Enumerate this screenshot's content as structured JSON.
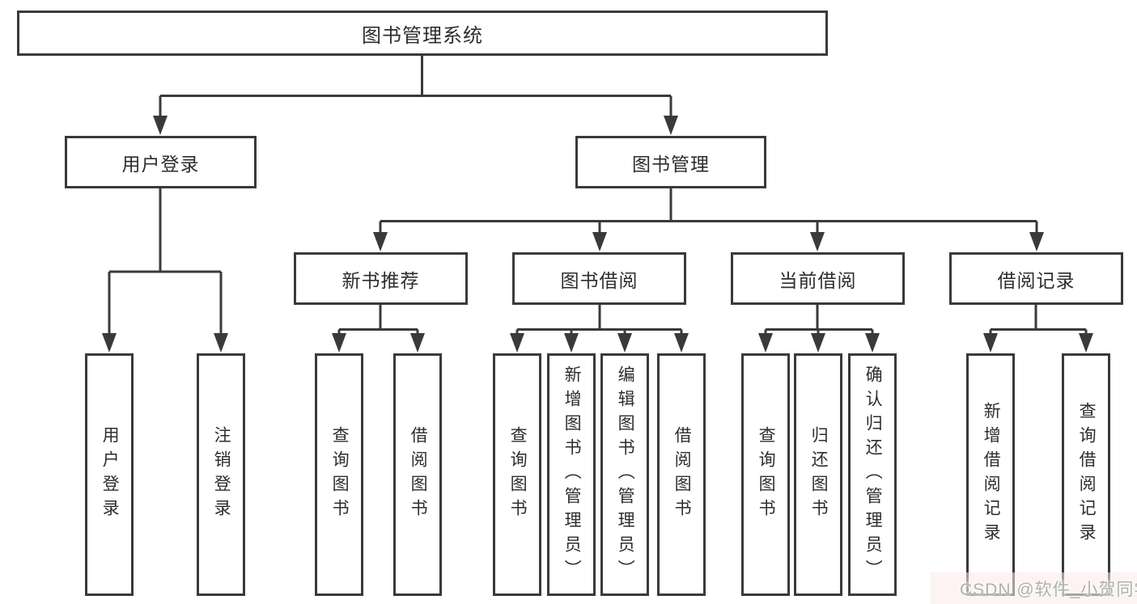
{
  "diagram": {
    "root": {
      "label": "图书管理系统"
    },
    "branches": [
      {
        "label": "用户登录",
        "children": [
          {
            "label": "用户登录"
          },
          {
            "label": "注销登录"
          }
        ]
      },
      {
        "label": "图书管理",
        "groups": [
          {
            "label": "新书推荐",
            "children": [
              {
                "label": "查询图书"
              },
              {
                "label": "借阅图书"
              }
            ]
          },
          {
            "label": "图书借阅",
            "children": [
              {
                "label": "查询图书"
              },
              {
                "label": "新增图书（管理员）"
              },
              {
                "label": "编辑图书（管理员）"
              },
              {
                "label": "借阅图书"
              }
            ]
          },
          {
            "label": "当前借阅",
            "children": [
              {
                "label": "查询图书"
              },
              {
                "label": "归还图书"
              },
              {
                "label": "确认归还（管理员）"
              }
            ]
          },
          {
            "label": "借阅记录",
            "children": [
              {
                "label": "新增借阅记录"
              },
              {
                "label": "查询借阅记录"
              }
            ]
          }
        ]
      }
    ]
  },
  "watermark": "CSDN @软件_小贺同学",
  "colors": {
    "line": "#3a3a3a",
    "text": "#2d2d2d",
    "watermark": "#b0b0b0",
    "background": "#ffffff"
  }
}
